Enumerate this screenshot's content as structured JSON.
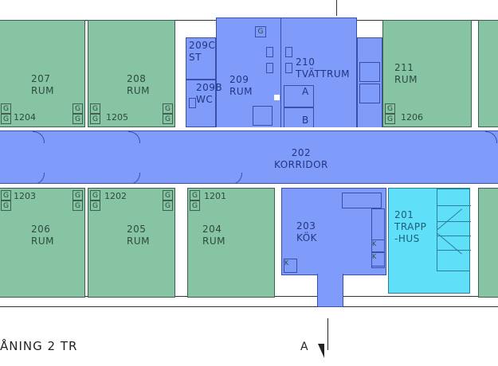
{
  "colors": {
    "room": "#86c4a4",
    "shared": "#809cfa",
    "stair": "#5fe0f8"
  },
  "furniture_label": "G",
  "rooms": {
    "r207": {
      "number": "207",
      "name": "RUM",
      "code": "1204"
    },
    "r208": {
      "number": "208",
      "name": "RUM",
      "code": "1205"
    },
    "r209c": {
      "number": "209C",
      "name": "ST"
    },
    "r209": {
      "number": "209",
      "name": "RUM"
    },
    "r209b": {
      "number": "209B",
      "name": "WC"
    },
    "r210": {
      "number": "210",
      "name": "TVÄTTRUM",
      "stall_a": "A",
      "stall_b": "B"
    },
    "r211": {
      "number": "211",
      "name": "RUM",
      "code": "1206"
    },
    "r202": {
      "number": "202",
      "name": "KORRIDOR"
    },
    "r206": {
      "number": "206",
      "name": "RUM",
      "code": "1203"
    },
    "r205": {
      "number": "205",
      "name": "RUM",
      "code": "1202"
    },
    "r204": {
      "number": "204",
      "name": "RUM",
      "code": "1201"
    },
    "r203": {
      "number": "203",
      "name": "KÖK",
      "k": "K"
    },
    "r201": {
      "number": "201",
      "name": "TRAPP",
      "name2": "-HUS"
    }
  },
  "caption": "ÅNING 2 TR",
  "section_marker": "A"
}
